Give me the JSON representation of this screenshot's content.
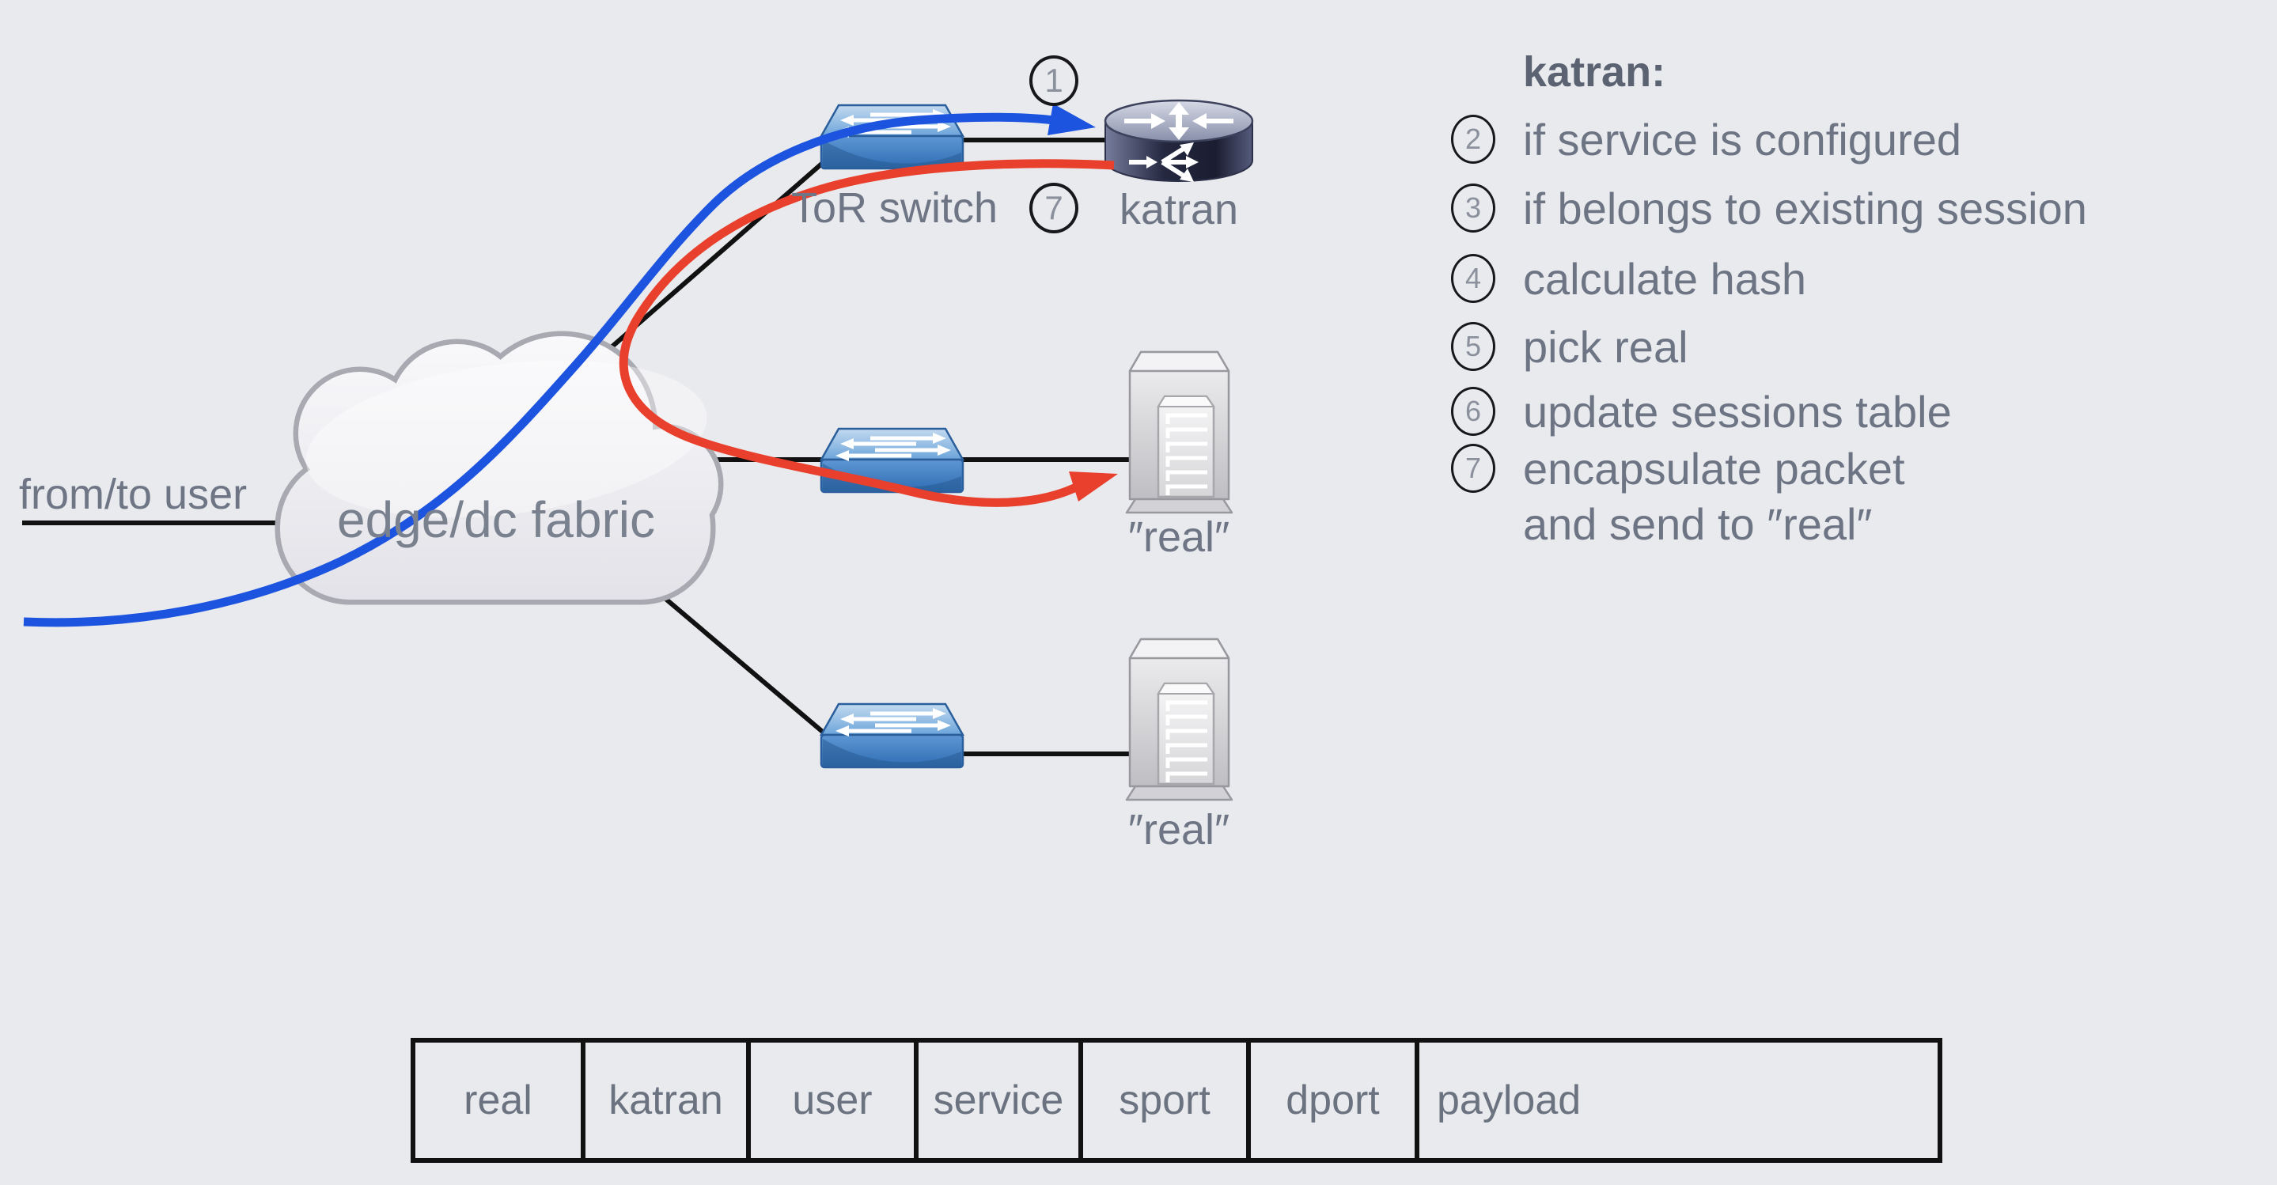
{
  "background_color": "#e9eaee",
  "colors": {
    "inbound_flow_blue": "#1c54e0",
    "outbound_flow_red": "#e8402c",
    "link_black": "#111111",
    "text_gray": "#6d7584"
  },
  "diagram": {
    "from_to_user": "from/to user",
    "cloud_label": "edge/dc fabric",
    "tor_switch_label": "ToR switch",
    "katran_label": "katran",
    "real_label_1": "″real″",
    "real_label_2": "″real″",
    "step_badge_1": "1",
    "step_badge_7": "7"
  },
  "steps": {
    "title": "katran:",
    "items": [
      {
        "num": "2",
        "label": "if service is configured"
      },
      {
        "num": "3",
        "label": "if belongs to existing session"
      },
      {
        "num": "4",
        "label": "calculate hash"
      },
      {
        "num": "5",
        "label": "pick real"
      },
      {
        "num": "6",
        "label": "update sessions table",
        "label2": ""
      },
      {
        "num": "7",
        "label": "encapsulate packet",
        "label2": "and send to ″real″"
      }
    ]
  },
  "packet_table": {
    "cells": [
      "real",
      "katran",
      "user",
      "service",
      "sport",
      "dport",
      "payload"
    ]
  }
}
